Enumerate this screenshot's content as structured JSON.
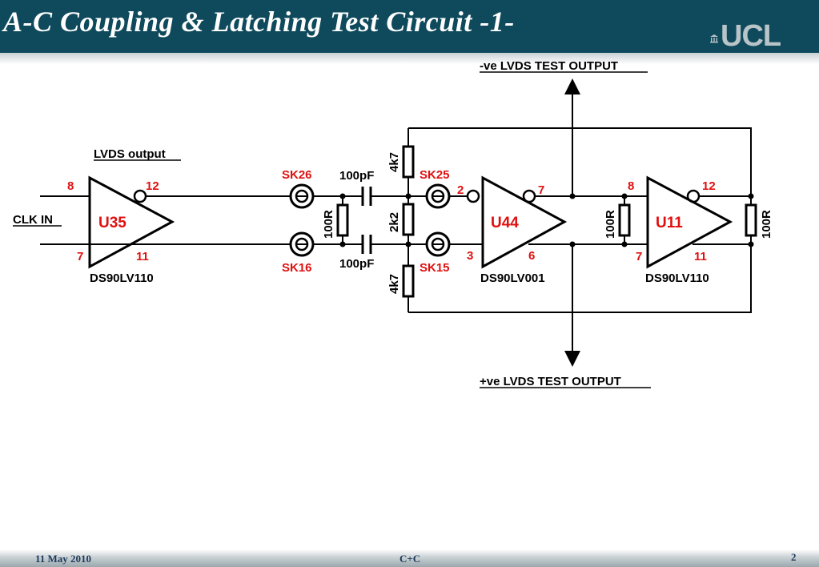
{
  "header": {
    "title": "A-C Coupling & Latching Test Circuit -1-",
    "logo": "UCL"
  },
  "diagram": {
    "output_top": "-ve LVDS TEST OUTPUT",
    "output_bottom": "+ve LVDS TEST OUTPUT",
    "input_label": "CLK IN",
    "section_label": "LVDS output",
    "u35": {
      "name": "U35",
      "part": "DS90LV110",
      "pins": [
        "8",
        "12",
        "7",
        "11"
      ]
    },
    "u44": {
      "name": "U44",
      "part": "DS90LV001",
      "pins": [
        "2",
        "7",
        "3",
        "6"
      ]
    },
    "u11": {
      "name": "U11",
      "part": "DS90LV110",
      "pins": [
        "8",
        "12",
        "7",
        "11"
      ]
    },
    "sockets": {
      "sk26": "SK26",
      "sk16": "SK16",
      "sk25": "SK25",
      "sk15": "SK15"
    },
    "components": {
      "cap_top": "100pF",
      "cap_bottom": "100pF",
      "r_term1": "100R",
      "r_top": "4k7",
      "r_mid": "2k2",
      "r_bottom": "4k7",
      "r_term2": "100R",
      "r_term3": "100R"
    }
  },
  "footer": {
    "date": "11 May 2010",
    "center": "C+C",
    "page": "2"
  }
}
